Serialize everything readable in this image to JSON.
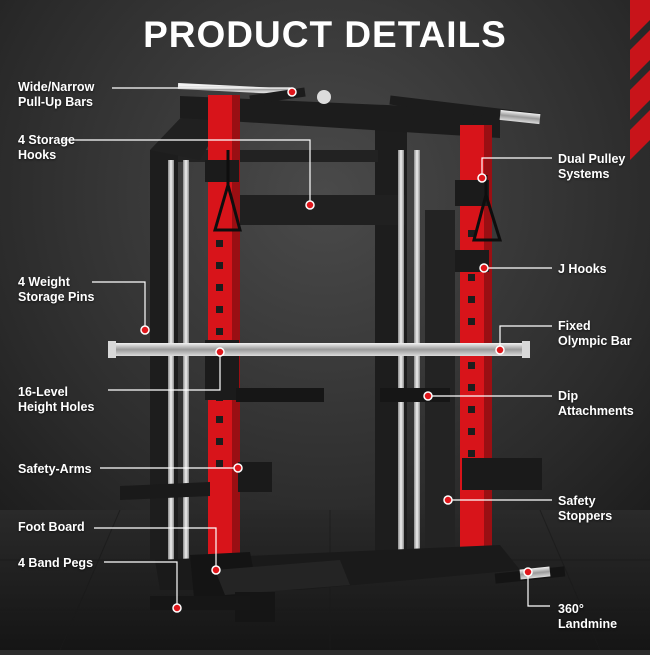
{
  "page": {
    "title": "PRODUCT DETAILS"
  },
  "colors": {
    "accent": "#e0161b",
    "frame": "#1d1d1d",
    "chrome": "#cfcfcf",
    "text": "#ffffff"
  },
  "callouts": {
    "pullup_bars": {
      "line1": "Wide/Narrow",
      "line2": "Pull-Up Bars"
    },
    "storage_hooks": {
      "line1": "4 Storage",
      "line2": "Hooks"
    },
    "weight_pins": {
      "line1": "4 Weight",
      "line2": "Storage Pins"
    },
    "height_holes": {
      "line1": "16-Level",
      "line2": "Height Holes"
    },
    "safety_arms": {
      "line1": "Safety-Arms"
    },
    "foot_board": {
      "line1": "Foot Board"
    },
    "band_pegs": {
      "line1": "4 Band Pegs"
    },
    "dual_pulley": {
      "line1": "Dual Pulley",
      "line2": "Systems"
    },
    "j_hooks": {
      "line1": "J Hooks"
    },
    "olympic_bar": {
      "line1": "Fixed",
      "line2": "Olympic Bar"
    },
    "dip_attachments": {
      "line1": "Dip",
      "line2": "Attachments"
    },
    "safety_stoppers": {
      "line1": "Safety",
      "line2": "Stoppers"
    },
    "landmine": {
      "line1": "360°",
      "line2": "Landmine"
    }
  }
}
